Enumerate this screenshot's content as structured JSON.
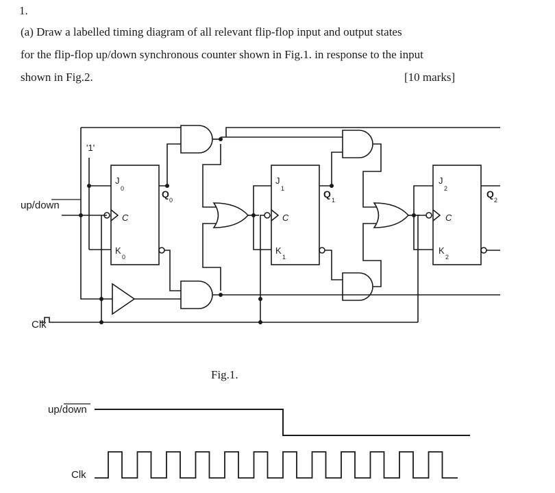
{
  "question": {
    "number": "1.",
    "lines": [
      "(a) Draw a labelled timing diagram of all relevant flip-flop input and output states",
      "for the flip-flop up/down synchronous counter shown in Fig.1. in response to the input",
      "shown in Fig.2."
    ],
    "marks": "[10 marks]"
  },
  "fig1": {
    "caption": "Fig.1.",
    "const_one": "'1'",
    "updown_label": "up/down",
    "clk_label": "Clk",
    "clock_input_letter": "C",
    "ff0": {
      "j": "J",
      "j_sub": "0",
      "k": "K",
      "k_sub": "0",
      "q": "Q",
      "q_sub": "0"
    },
    "ff1": {
      "j": "J",
      "j_sub": "1",
      "k": "K",
      "k_sub": "1",
      "q": "Q",
      "q_sub": "1"
    },
    "ff2": {
      "j": "J",
      "j_sub": "2",
      "k": "K",
      "k_sub": "2",
      "q": "Q",
      "q_sub": "2"
    }
  },
  "fig2": {
    "updown_label": "up/down",
    "clk_label": "Clk",
    "updown_level_sequence": [
      "high",
      "low"
    ],
    "clock_pulses_shown": 12,
    "updown_switch_after_pulse": 6
  }
}
